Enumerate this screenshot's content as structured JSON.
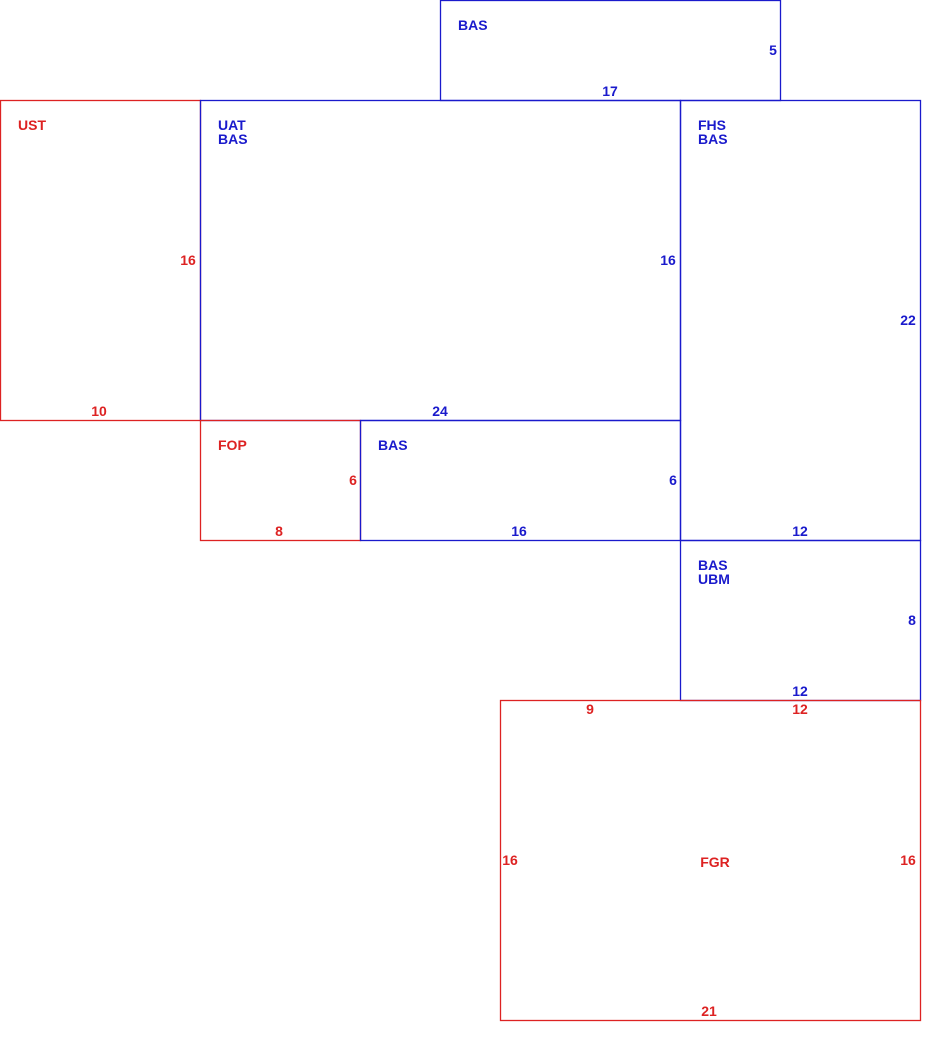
{
  "colors": {
    "blue": "#1a1acc",
    "red": "#dd2222"
  },
  "rooms": [
    {
      "id": "room-bas-top",
      "color": "blue",
      "labels": [
        "BAS"
      ],
      "dims": [
        "5",
        "17"
      ]
    },
    {
      "id": "room-ust",
      "color": "red",
      "labels": [
        "UST"
      ],
      "dims": [
        "16",
        "10"
      ]
    },
    {
      "id": "room-uat-bas",
      "color": "blue",
      "labels": [
        "UAT",
        "BAS"
      ],
      "dims": [
        "16",
        "24"
      ]
    },
    {
      "id": "room-fhs-bas",
      "color": "blue",
      "labels": [
        "FHS",
        "BAS"
      ],
      "dims": [
        "22",
        "12"
      ]
    },
    {
      "id": "room-fop",
      "color": "red",
      "labels": [
        "FOP"
      ],
      "dims": [
        "6",
        "8"
      ]
    },
    {
      "id": "room-bas-middle",
      "color": "blue",
      "labels": [
        "BAS"
      ],
      "dims": [
        "6",
        "16"
      ]
    },
    {
      "id": "room-bas-ubm",
      "color": "blue",
      "labels": [
        "BAS",
        "UBM"
      ],
      "dims": [
        "8",
        "12"
      ]
    },
    {
      "id": "room-fgr",
      "color": "red",
      "labels": [
        "FGR"
      ],
      "dims": [
        "9",
        "12",
        "16",
        "16",
        "21"
      ]
    }
  ]
}
